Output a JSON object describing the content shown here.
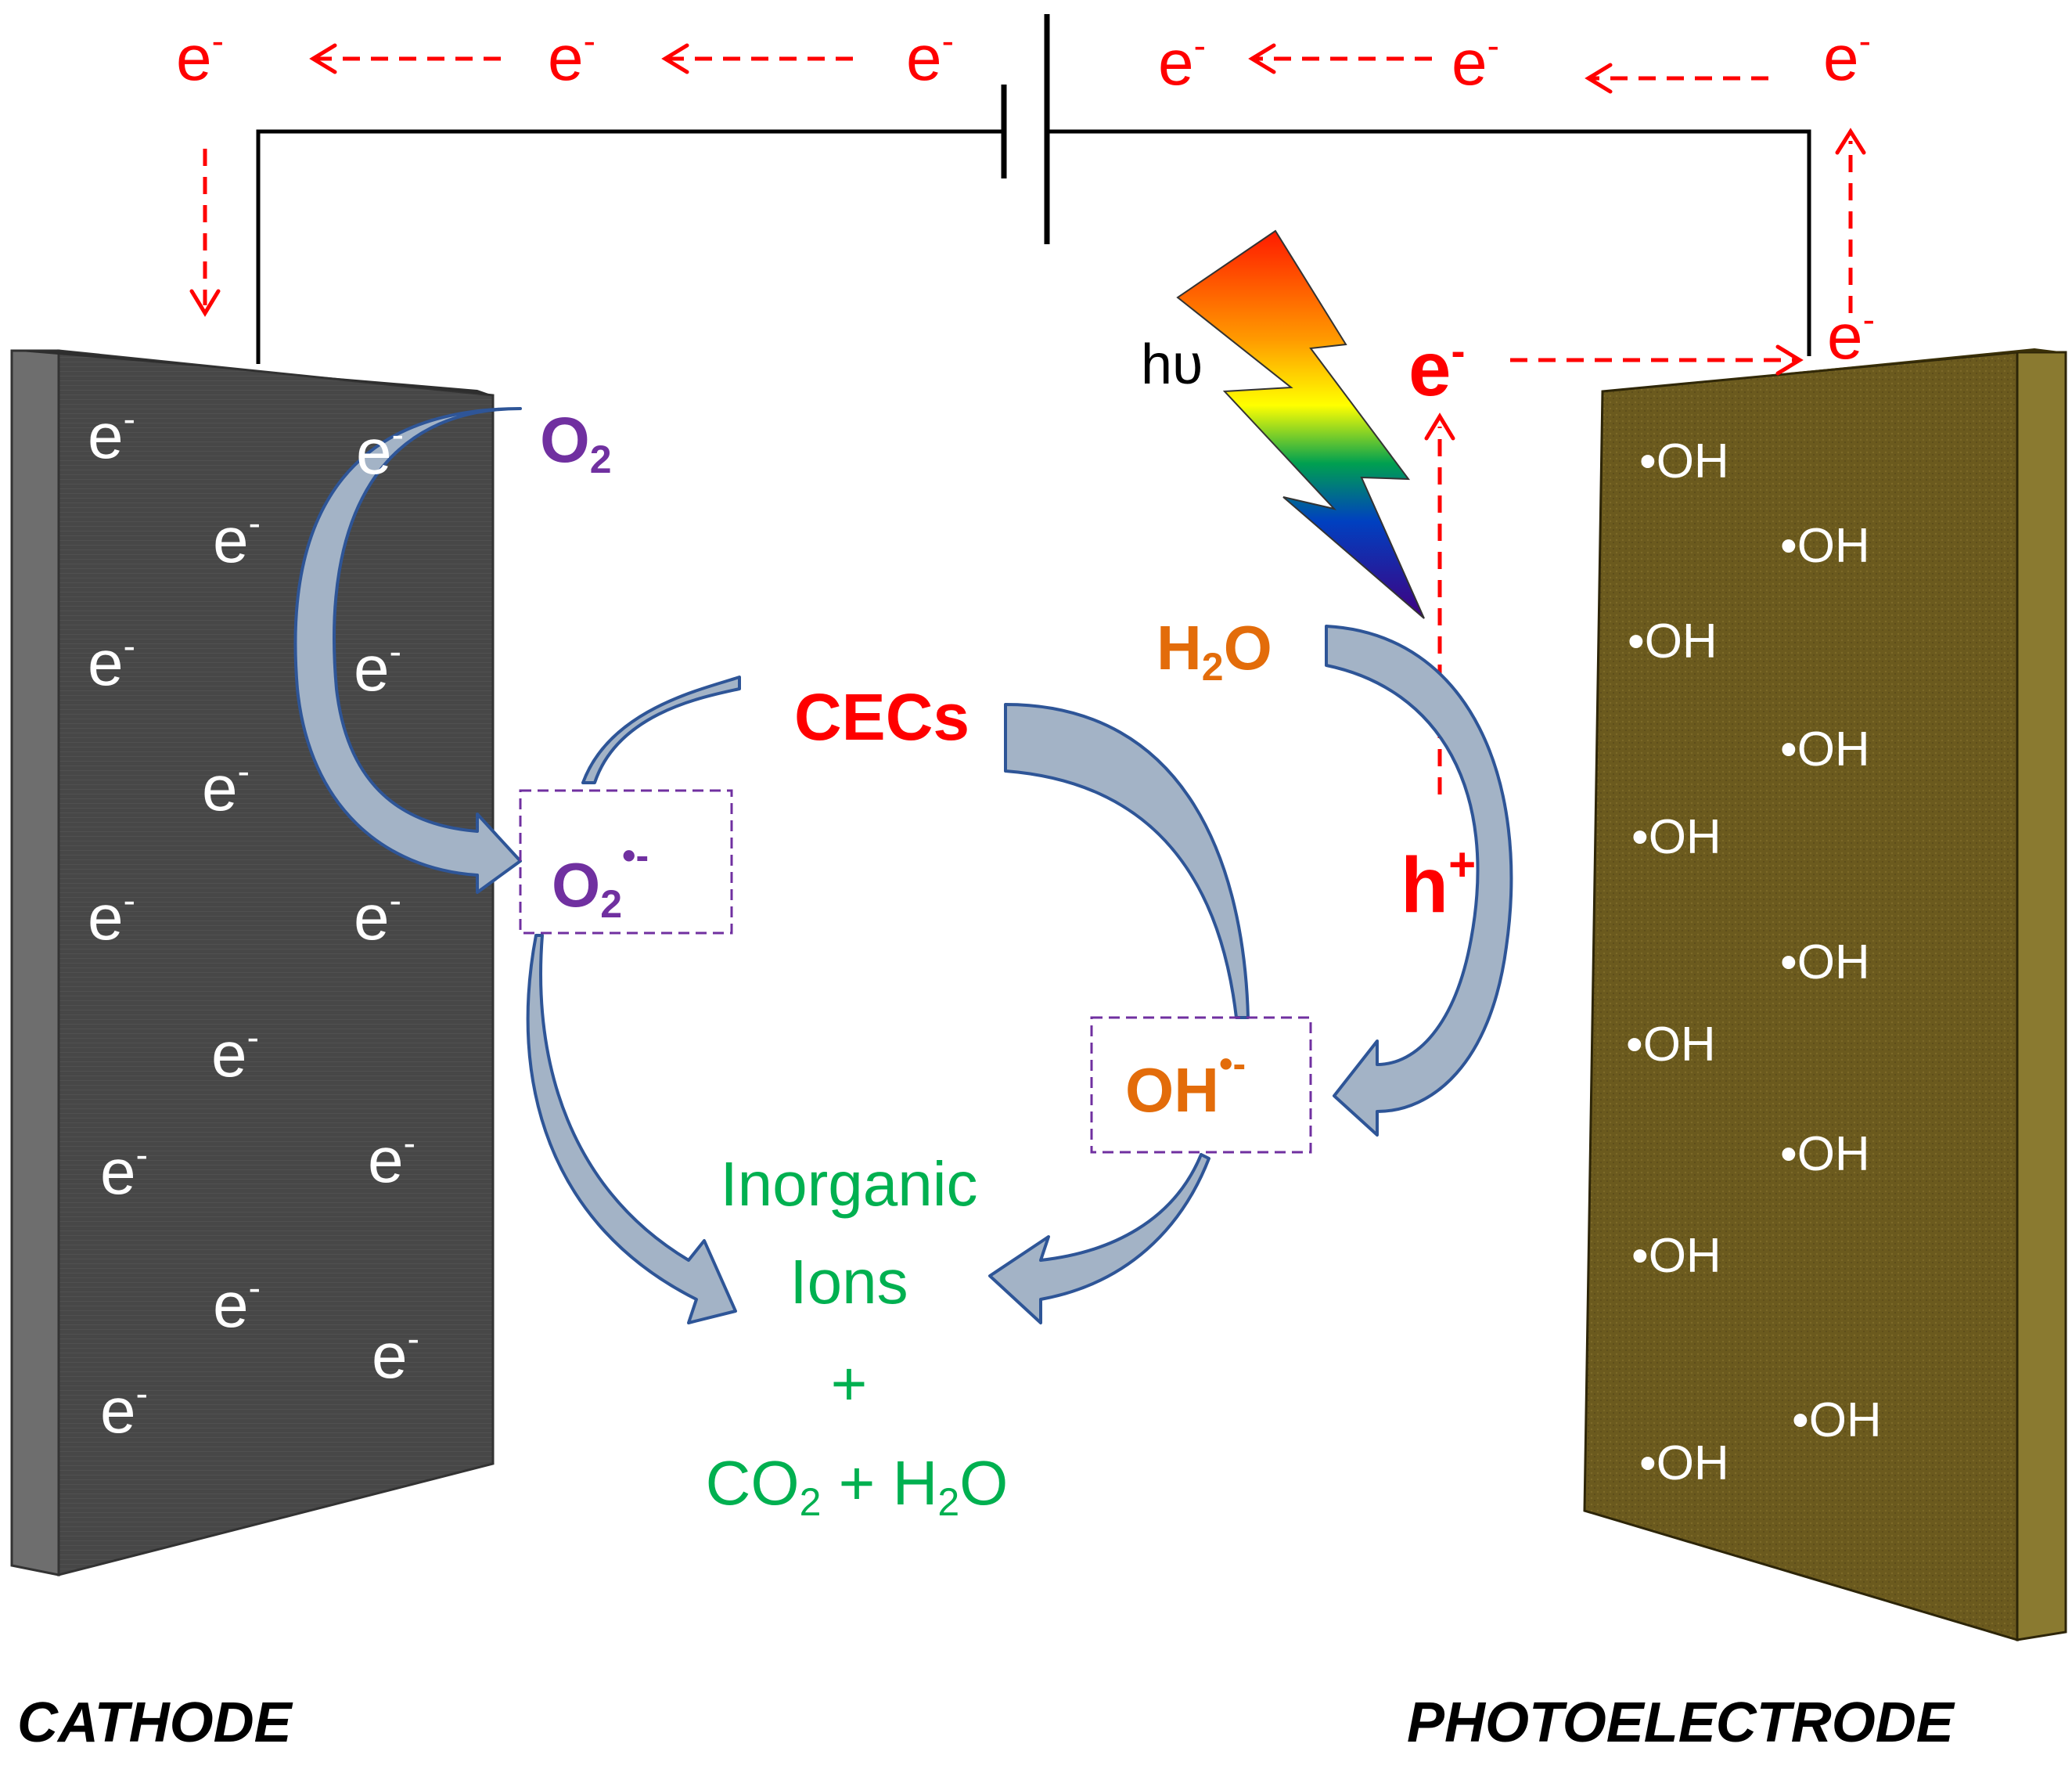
{
  "electron_symbol": "e",
  "electron_charge": "-",
  "hole_symbol": "h",
  "hole_charge": "+",
  "radical_dot": "•",
  "labels": {
    "cathode": "CATHODE",
    "photoelectrode": "PHOTOELECTRODE",
    "light": "hυ",
    "o2_main": "O",
    "o2_sub": "2",
    "superoxide_main": "O",
    "superoxide_sub": "2",
    "superoxide_sup": "•-",
    "water_h": "H",
    "water_sub": "2",
    "water_o": "O",
    "cecs": "CECs",
    "hydroxyl_main": "OH",
    "hydroxyl_sup": "•-",
    "surface_radical": "•OH",
    "products_line1": "Inorganic",
    "products_line2": "Ions",
    "products_line3": "+",
    "products_co": "CO",
    "products_co_sub": "2",
    "products_plus_h": " + H",
    "products_h_sub": "2",
    "products_o": "O"
  },
  "colors": {
    "electron": "#ff0000",
    "oxygen_species": "#7030a0",
    "water_species": "#e36c0a",
    "products": "#00b050",
    "cathode": "#4a4a4a",
    "photoelectrode": "#6b5a1e",
    "arrow_fill": "#a3b3c6",
    "arrow_stroke": "#2e5597",
    "box_border": "#7030a0"
  }
}
